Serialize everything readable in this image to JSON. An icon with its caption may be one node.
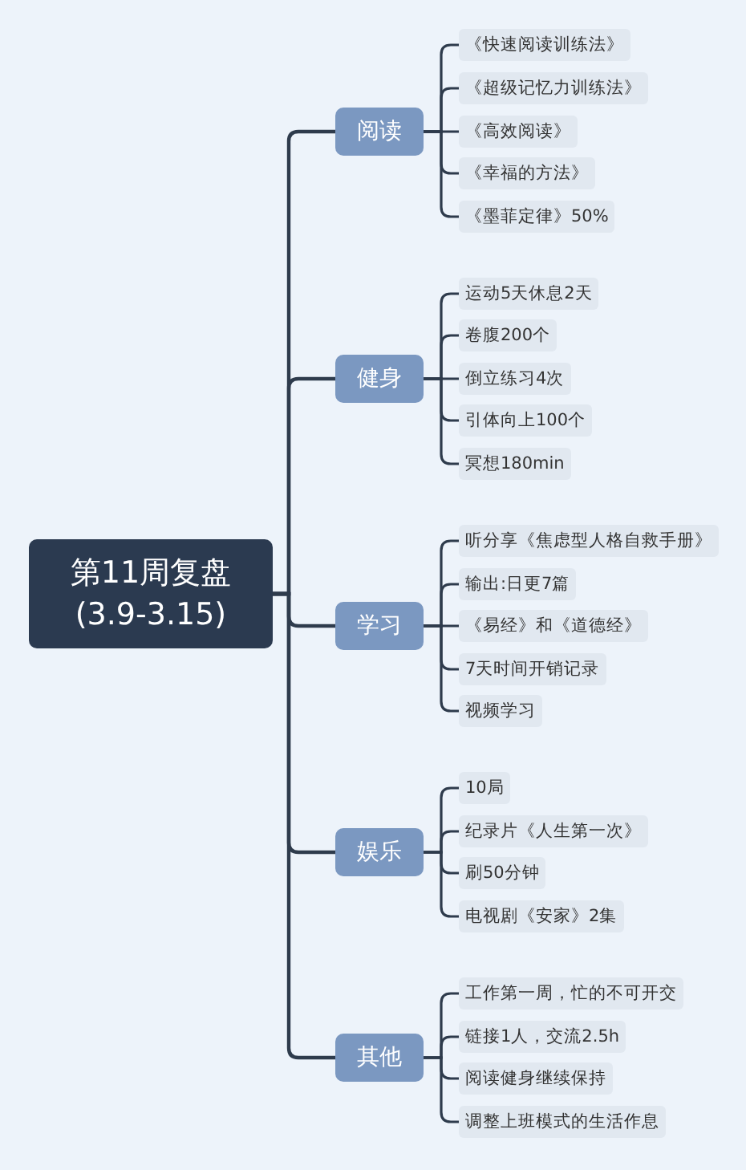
{
  "diagram": {
    "nodes": [
      {
        "text": [
          "第11周复盘 (3.9-3.15)"
        ]
      },
      {
        "text": [
          "阅读"
        ]
      },
      {
        "text": [
          "《快速阅读训练法》"
        ]
      },
      {
        "text": [
          "《超级记忆力训练法》"
        ]
      },
      {
        "text": [
          "《高效阅读》"
        ]
      },
      {
        "text": [
          "《幸福的方法》"
        ]
      },
      {
        "text": [
          "《墨菲定律》50%"
        ]
      },
      {
        "text": [
          "健身"
        ]
      },
      {
        "text": [
          "运动5天休息2天"
        ]
      },
      {
        "text": [
          "卷腹200个"
        ]
      },
      {
        "text": [
          "倒立练习4次"
        ]
      },
      {
        "text": [
          "引体向上100个"
        ]
      },
      {
        "text": [
          "冥想180min"
        ]
      },
      {
        "text": [
          "学习"
        ]
      },
      {
        "text": [
          "听分享《焦虑型人格自救手册》"
        ]
      },
      {
        "text": [
          "输出:日更7篇"
        ]
      },
      {
        "text": [
          "《易经》和《道德经》"
        ]
      },
      {
        "text": [
          "7天时间开销记录"
        ]
      },
      {
        "text": [
          "视频学习"
        ]
      },
      {
        "text": [
          "娱乐"
        ]
      },
      {
        "text": [
          "10局"
        ]
      },
      {
        "text": [
          "纪录片《人生第一次》"
        ]
      },
      {
        "text": [
          "刷50分钟"
        ]
      },
      {
        "text": [
          "电视剧《安家》2集"
        ]
      },
      {
        "text": [
          "其他"
        ]
      },
      {
        "text": [
          "工作第一周，忙的不可开交"
        ]
      },
      {
        "text": [
          "链接1人，交流2.5h"
        ]
      },
      {
        "text": [
          "阅读健身继续保持"
        ]
      },
      {
        "text": [
          "调整上班模式的生活作息"
        ]
      }
    ],
    "edges": [
      {
        "from": 0,
        "to": 1,
        "arrow": "none"
      },
      {
        "from": 1,
        "to": 2,
        "arrow": "none"
      },
      {
        "from": 1,
        "to": 3,
        "arrow": "none"
      },
      {
        "from": 1,
        "to": 4,
        "arrow": "none"
      },
      {
        "from": 1,
        "to": 5,
        "arrow": "none"
      },
      {
        "from": 1,
        "to": 6,
        "arrow": "none"
      },
      {
        "from": 0,
        "to": 7,
        "arrow": "none"
      },
      {
        "from": 7,
        "to": 8,
        "arrow": "none"
      },
      {
        "from": 7,
        "to": 9,
        "arrow": "none"
      },
      {
        "from": 7,
        "to": 10,
        "arrow": "none"
      },
      {
        "from": 7,
        "to": 11,
        "arrow": "none"
      },
      {
        "from": 7,
        "to": 12,
        "arrow": "none"
      },
      {
        "from": 0,
        "to": 13,
        "arrow": "none"
      },
      {
        "from": 13,
        "to": 14,
        "arrow": "none"
      },
      {
        "from": 13,
        "to": 15,
        "arrow": "none"
      },
      {
        "from": 13,
        "to": 16,
        "arrow": "none"
      },
      {
        "from": 13,
        "to": 17,
        "arrow": "none"
      },
      {
        "from": 13,
        "to": 18,
        "arrow": "none"
      },
      {
        "from": 0,
        "to": 19,
        "arrow": "none"
      },
      {
        "from": 19,
        "to": 20,
        "arrow": "none"
      },
      {
        "from": 19,
        "to": 21,
        "arrow": "none"
      },
      {
        "from": 19,
        "to": 22,
        "arrow": "none"
      },
      {
        "from": 19,
        "to": 23,
        "arrow": "none"
      },
      {
        "from": 0,
        "to": 24,
        "arrow": "none"
      },
      {
        "from": 24,
        "to": 25,
        "arrow": "none"
      },
      {
        "from": 24,
        "to": 26,
        "arrow": "none"
      },
      {
        "from": 24,
        "to": 27,
        "arrow": "none"
      },
      {
        "from": 24,
        "to": 28,
        "arrow": "none"
      }
    ]
  }
}
